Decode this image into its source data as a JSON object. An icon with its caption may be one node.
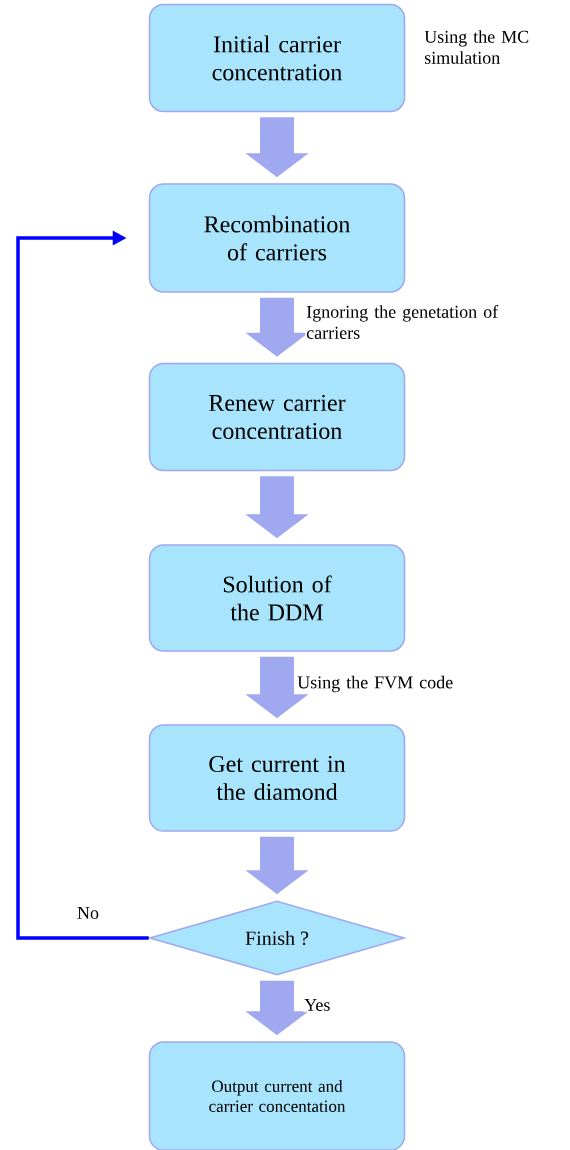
{
  "diagram": {
    "nodes": [
      {
        "text": [
          "Initial carrier concentration"
        ],
        "beside": [
          "Using the MC simulation"
        ]
      },
      {
        "text": [
          "Recombination of carriers"
        ]
      },
      {
        "text": [
          "Renew carrier concentration"
        ]
      },
      {
        "text": [
          "Solution of the DDM"
        ]
      },
      {
        "text": [
          "Get current in the diamond"
        ]
      },
      {
        "text": [
          "Finish ?"
        ]
      },
      {
        "text": [
          "Output current and carrier concentation"
        ]
      }
    ],
    "edges": [
      {
        "from": 0,
        "to": 1,
        "arrow": "to"
      },
      {
        "from": 1,
        "to": 2,
        "arrow": "to",
        "label": "Ignoring the genetation of carriers"
      },
      {
        "from": 2,
        "to": 3,
        "arrow": "to"
      },
      {
        "from": 3,
        "to": 4,
        "arrow": "to",
        "label": "Using the FVM code"
      },
      {
        "from": 4,
        "to": 5,
        "arrow": "to"
      },
      {
        "from": 5,
        "to": 6,
        "arrow": "to",
        "label": "Yes"
      },
      {
        "from": 5,
        "to": 1,
        "arrow": "to",
        "label": "No",
        "color": "#0000ff"
      }
    ]
  }
}
